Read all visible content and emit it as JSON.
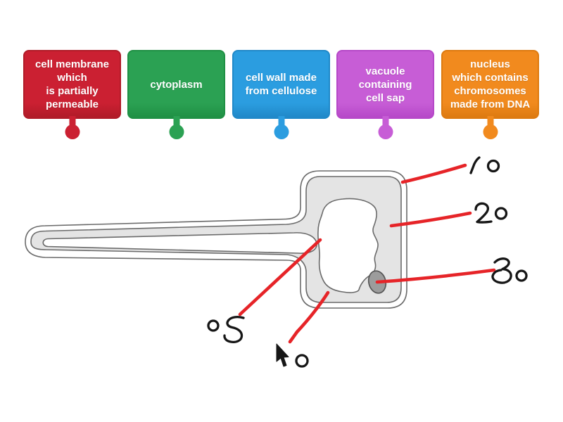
{
  "colors": {
    "page_bg": "#ffffff",
    "line_red": "#e62428",
    "ink": "#161616",
    "cell_outline": "#6a6a6a",
    "cytoplasm_fill": "#e4e4e4",
    "nucleus_fill": "#9c9c9c"
  },
  "cards": [
    {
      "id": "cell-membrane",
      "label": "cell membrane\nwhich\nis partially\npermeable",
      "fill": "#cb2032",
      "border": "#b01b28"
    },
    {
      "id": "cytoplasm",
      "label": "cytoplasm",
      "fill": "#2ba153",
      "border": "#1f9044"
    },
    {
      "id": "cell-wall",
      "label": "cell wall made\nfrom cellulose",
      "fill": "#2b9de0",
      "border": "#2088c8"
    },
    {
      "id": "vacuole",
      "label": "vacuole\ncontaining\ncell sap",
      "fill": "#c75dd6",
      "border": "#b648c8"
    },
    {
      "id": "nucleus",
      "label": "nucleus\nwhich contains\nchromosomes\nmade from DNA",
      "fill": "#f18a1e",
      "border": "#dd7a10"
    }
  ],
  "annotations": [
    {
      "id": "mark-10",
      "text": "1 0"
    },
    {
      "id": "mark-20",
      "text": "2 0"
    },
    {
      "id": "mark-30",
      "text": "3 0"
    },
    {
      "id": "mark-05",
      "text": "0 5"
    },
    {
      "id": "mark-o",
      "text": "o"
    }
  ],
  "diagram": {
    "description": "hand-drawn elongated plant cell with cell wall, cytoplasm, central vacuole and nucleus",
    "cursor_icon": "mouse-cursor-icon"
  }
}
